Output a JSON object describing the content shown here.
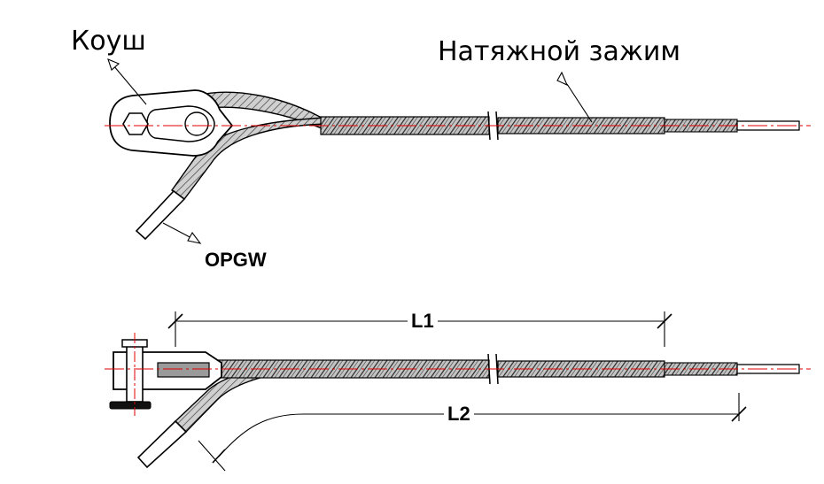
{
  "labels": {
    "thimble": "Коуш",
    "tension_clamp": "Натяжной зажим",
    "cable": "OPGW",
    "dim_l1": "L1",
    "dim_l2": "L2"
  },
  "colors": {
    "line": "#000000",
    "axis": "#e00000",
    "rod_fill": "#8a8a8a",
    "rod_light": "#bdbdbd",
    "background": "#ffffff"
  }
}
